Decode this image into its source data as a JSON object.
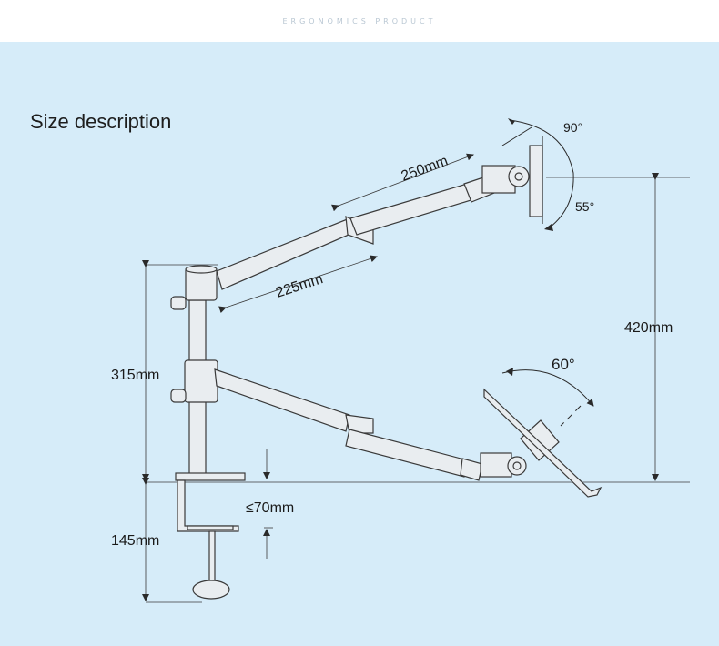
{
  "header": {
    "title": "ERGONOMICS PRODUCT"
  },
  "section": {
    "title": "Size description"
  },
  "dimensions": {
    "upper_arm_length": "250mm",
    "lower_arm_length": "225mm",
    "column_height": "315mm",
    "clamp_height": "145mm",
    "desk_thickness": "≤70mm",
    "mount_spacing": "420mm",
    "tilt_up": "90°",
    "tilt_down": "55°",
    "tray_rotation": "60°"
  },
  "colors": {
    "panel": "#d6ecf9",
    "line": "#3a3a3a",
    "fill": "#e9edf0"
  }
}
